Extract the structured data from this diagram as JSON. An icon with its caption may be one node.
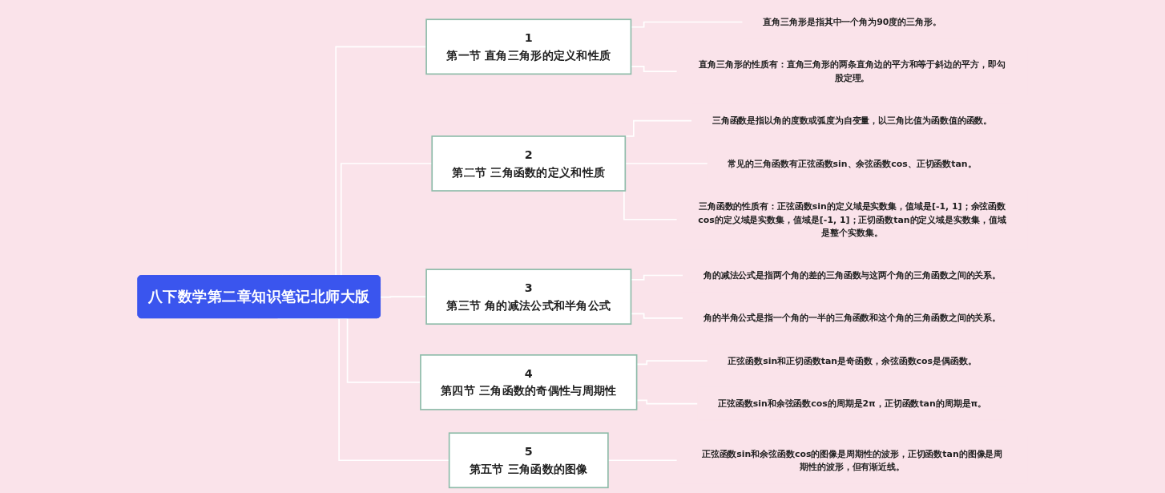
{
  "diagram": {
    "nodes": [
      {
        "text": [
          "八下数学第二章知识笔记北师大版"
        ]
      },
      {
        "text": [
          "1",
          "第一节 直角三角形的定义和性质"
        ]
      },
      {
        "text": [
          "直角三角形是指其中一个角为90度的三角形。"
        ]
      },
      {
        "text": [
          "直角三角形的性质有：直角三角形的两条直角边的平方和等于斜边的平方，即勾股定理。"
        ]
      },
      {
        "text": [
          "2",
          "第二节 三角函数的定义和性质"
        ]
      },
      {
        "text": [
          "三角函数是指以角的度数或弧度为自变量，以三角比值为函数值的函数。"
        ]
      },
      {
        "text": [
          "常见的三角函数有正弦函数sin、余弦函数cos、正切函数tan。"
        ]
      },
      {
        "text": [
          "三角函数的性质有：正弦函数sin的定义域是实数集，值域是[-1, 1]；余弦函数cos的定义域是实数集，值域是[-1, 1]；正切函数tan的定义域是实数集，值域是整个实数集。"
        ]
      },
      {
        "text": [
          "3",
          "第三节 角的减法公式和半角公式"
        ]
      },
      {
        "text": [
          "角的减法公式是指两个角的差的三角函数与这两个角的三角函数之间的关系。"
        ]
      },
      {
        "text": [
          "角的半角公式是指一个角的一半的三角函数和这个角的三角函数之间的关系。"
        ]
      },
      {
        "text": [
          "4",
          "第四节 三角函数的奇偶性与周期性"
        ]
      },
      {
        "text": [
          "正弦函数sin和正切函数tan是奇函数，余弦函数cos是偶函数。"
        ]
      },
      {
        "text": [
          "正弦函数sin和余弦函数cos的周期是2π，正切函数tan的周期是π。"
        ]
      },
      {
        "text": [
          "5",
          "第五节 三角函数的图像"
        ]
      },
      {
        "text": [
          "正弦函数sin和余弦函数cos的图像是周期性的波形，正切函数tan的图像是周期性的波形，但有渐近线。"
        ]
      }
    ],
    "edges": [
      {
        "from": 0,
        "to": 1,
        "arrow": "none"
      },
      {
        "from": 0,
        "to": 4,
        "arrow": "none"
      },
      {
        "from": 0,
        "to": 8,
        "arrow": "none"
      },
      {
        "from": 0,
        "to": 11,
        "arrow": "none"
      },
      {
        "from": 0,
        "to": 14,
        "arrow": "none"
      },
      {
        "from": 1,
        "to": 2,
        "arrow": "none"
      },
      {
        "from": 1,
        "to": 3,
        "arrow": "none"
      },
      {
        "from": 4,
        "to": 5,
        "arrow": "none"
      },
      {
        "from": 4,
        "to": 6,
        "arrow": "none"
      },
      {
        "from": 4,
        "to": 7,
        "arrow": "none"
      },
      {
        "from": 8,
        "to": 9,
        "arrow": "none"
      },
      {
        "from": 8,
        "to": 10,
        "arrow": "none"
      },
      {
        "from": 11,
        "to": 12,
        "arrow": "none"
      },
      {
        "from": 11,
        "to": 13,
        "arrow": "none"
      },
      {
        "from": 14,
        "to": 15,
        "arrow": "none"
      }
    ]
  }
}
